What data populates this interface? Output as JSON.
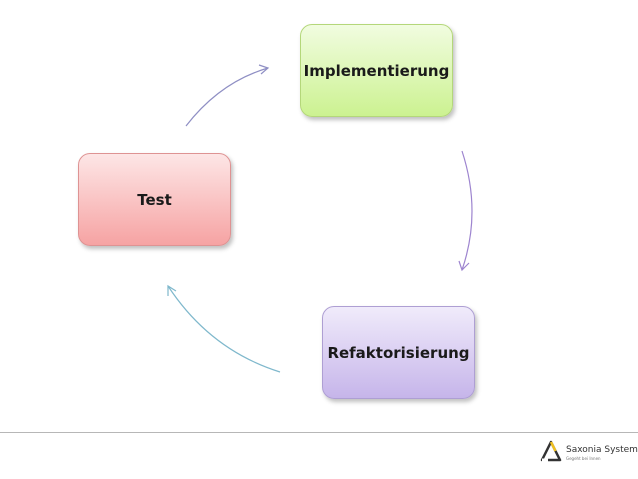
{
  "diagram": {
    "nodes": {
      "implementierung": "Implementierung",
      "refaktorisierung": "Refaktorisierung",
      "test": "Test"
    }
  },
  "footer": {
    "logo_name": "Saxonia Systems",
    "logo_tagline": "Gegeht bei Innen"
  },
  "colors": {
    "implementierung_fill": "#ccf291",
    "refaktorisierung_fill": "#c6b5ea",
    "test_fill": "#f6a3a3",
    "arrow_test_to_impl": "#8f8fc4",
    "arrow_impl_to_refak": "#9d84cf",
    "arrow_refak_to_test": "#7fb8cc"
  }
}
